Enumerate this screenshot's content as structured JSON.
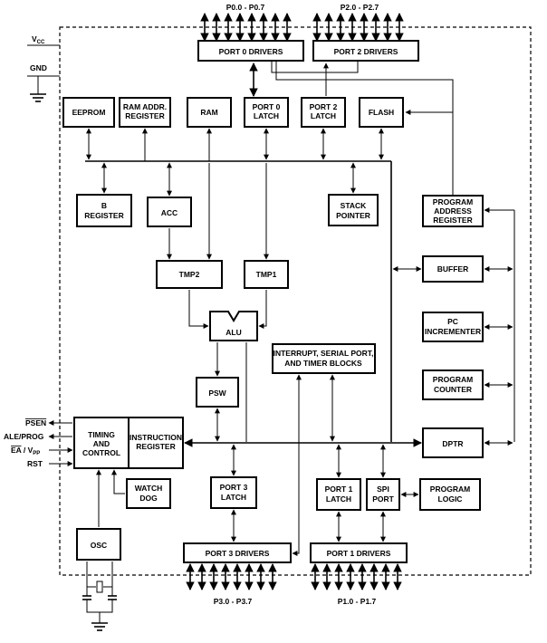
{
  "ports_top": {
    "p0": "P0.0 - P0.7",
    "p2": "P2.0 - P2.7"
  },
  "ports_bottom": {
    "p3": "P3.0 - P3.7",
    "p1": "P1.0 - P1.7"
  },
  "power": {
    "vcc": "V",
    "vcc_sub": "CC",
    "gnd": "GND"
  },
  "pins": {
    "psen": "PSEN",
    "ale_prog": "ALE/PROG",
    "ea_vpp": "EA",
    "ea_vpp_sep": " / V",
    "ea_vpp_sub": "PP",
    "rst": "RST"
  },
  "blocks": {
    "port0_drivers": "PORT 0 DRIVERS",
    "port2_drivers": "PORT 2 DRIVERS",
    "eeprom": "EEPROM",
    "ram_addr_1": "RAM ADDR.",
    "ram_addr_2": "REGISTER",
    "ram": "RAM",
    "port0_latch_1": "PORT 0",
    "port0_latch_2": "LATCH",
    "port2_latch_1": "PORT 2",
    "port2_latch_2": "LATCH",
    "flash": "FLASH",
    "b_reg_1": "B",
    "b_reg_2": "REGISTER",
    "acc": "ACC",
    "stack_1": "STACK",
    "stack_2": "POINTER",
    "pa_reg_1": "PROGRAM",
    "pa_reg_2": "ADDRESS",
    "pa_reg_3": "REGISTER",
    "tmp2": "TMP2",
    "tmp1": "TMP1",
    "buffer": "BUFFER",
    "alu": "ALU",
    "int_1": "INTERRUPT, SERIAL PORT,",
    "int_2": "AND TIMER BLOCKS",
    "pc_inc_1": "PC",
    "pc_inc_2": "INCREMENTER",
    "psw": "PSW",
    "prog_counter_1": "PROGRAM",
    "prog_counter_2": "COUNTER",
    "timing_1": "TIMING",
    "timing_2": "AND",
    "timing_3": "CONTROL",
    "instr_1": "INSTRUCTION",
    "instr_2": "REGISTER",
    "dptr": "DPTR",
    "watchdog_1": "WATCH",
    "watchdog_2": "DOG",
    "port3_latch_1": "PORT 3",
    "port3_latch_2": "LATCH",
    "port1_latch_1": "PORT 1",
    "port1_latch_2": "LATCH",
    "spi_1": "SPI",
    "spi_2": "PORT",
    "prog_logic_1": "PROGRAM",
    "prog_logic_2": "LOGIC",
    "osc": "OSC",
    "port3_drivers": "PORT 3 DRIVERS",
    "port1_drivers": "PORT 1 DRIVERS"
  }
}
